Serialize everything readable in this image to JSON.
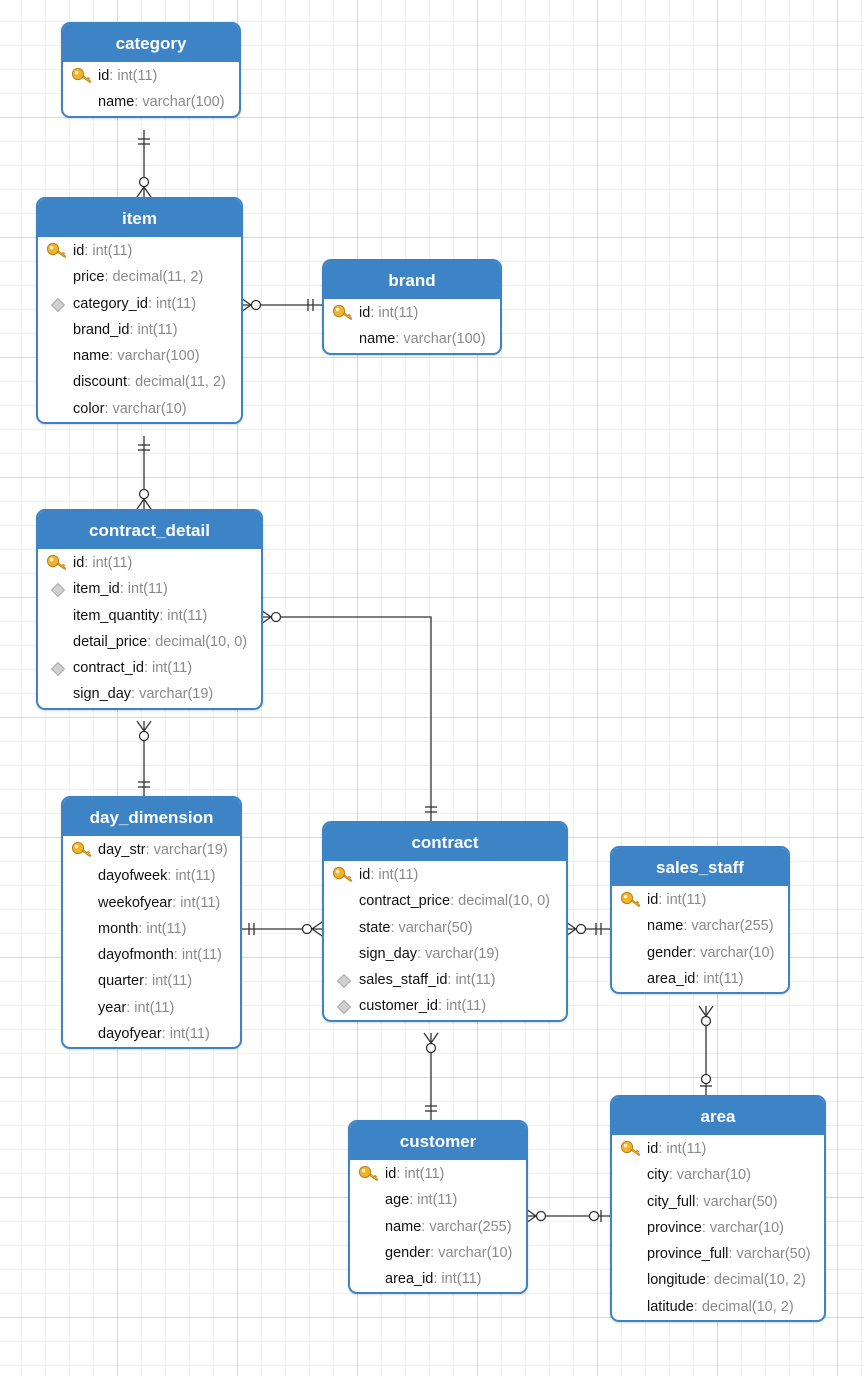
{
  "diagram": {
    "tables": [
      {
        "id": "category",
        "title": "category",
        "fields": [
          {
            "name": "id",
            "type": ": int(11)",
            "key": "primary-key-icon"
          },
          {
            "name": "name",
            "type": ": varchar(100)",
            "key": ""
          }
        ]
      },
      {
        "id": "item",
        "title": "item",
        "fields": [
          {
            "name": "id",
            "type": ": int(11)",
            "key": "primary-key-icon"
          },
          {
            "name": "price",
            "type": ": decimal(11, 2)",
            "key": ""
          },
          {
            "name": "category_id",
            "type": ": int(11)",
            "key": "foreign-key-icon"
          },
          {
            "name": "brand_id",
            "type": ": int(11)",
            "key": ""
          },
          {
            "name": "name",
            "type": ": varchar(100)",
            "key": ""
          },
          {
            "name": "discount",
            "type": ": decimal(11, 2)",
            "key": ""
          },
          {
            "name": "color",
            "type": ": varchar(10)",
            "key": ""
          }
        ]
      },
      {
        "id": "brand",
        "title": "brand",
        "fields": [
          {
            "name": "id",
            "type": ": int(11)",
            "key": "primary-key-icon"
          },
          {
            "name": "name",
            "type": ": varchar(100)",
            "key": ""
          }
        ]
      },
      {
        "id": "contract_detail",
        "title": "contract_detail",
        "fields": [
          {
            "name": "id",
            "type": ": int(11)",
            "key": "primary-key-icon"
          },
          {
            "name": "item_id",
            "type": ": int(11)",
            "key": "foreign-key-icon"
          },
          {
            "name": "item_quantity",
            "type": ": int(11)",
            "key": ""
          },
          {
            "name": "detail_price",
            "type": ": decimal(10, 0)",
            "key": ""
          },
          {
            "name": "contract_id",
            "type": ": int(11)",
            "key": "foreign-key-icon"
          },
          {
            "name": "sign_day",
            "type": ": varchar(19)",
            "key": ""
          }
        ]
      },
      {
        "id": "day_dimension",
        "title": "day_dimension",
        "fields": [
          {
            "name": "day_str",
            "type": ": varchar(19)",
            "key": "primary-key-icon"
          },
          {
            "name": "dayofweek",
            "type": ": int(11)",
            "key": ""
          },
          {
            "name": "weekofyear",
            "type": ": int(11)",
            "key": ""
          },
          {
            "name": "month",
            "type": ": int(11)",
            "key": ""
          },
          {
            "name": "dayofmonth",
            "type": ": int(11)",
            "key": ""
          },
          {
            "name": "quarter",
            "type": ": int(11)",
            "key": ""
          },
          {
            "name": "year",
            "type": ": int(11)",
            "key": ""
          },
          {
            "name": "dayofyear",
            "type": ": int(11)",
            "key": ""
          }
        ]
      },
      {
        "id": "contract",
        "title": "contract",
        "fields": [
          {
            "name": "id",
            "type": ": int(11)",
            "key": "primary-key-icon"
          },
          {
            "name": "contract_price",
            "type": ": decimal(10, 0)",
            "key": ""
          },
          {
            "name": "state",
            "type": ": varchar(50)",
            "key": ""
          },
          {
            "name": "sign_day",
            "type": ": varchar(19)",
            "key": ""
          },
          {
            "name": "sales_staff_id",
            "type": ": int(11)",
            "key": "foreign-key-icon"
          },
          {
            "name": "customer_id",
            "type": ": int(11)",
            "key": "foreign-key-icon"
          }
        ]
      },
      {
        "id": "sales_staff",
        "title": "sales_staff",
        "fields": [
          {
            "name": "id",
            "type": ": int(11)",
            "key": "primary-key-icon"
          },
          {
            "name": "name",
            "type": ": varchar(255)",
            "key": ""
          },
          {
            "name": "gender",
            "type": ": varchar(10)",
            "key": ""
          },
          {
            "name": "area_id",
            "type": ": int(11)",
            "key": ""
          }
        ]
      },
      {
        "id": "customer",
        "title": "customer",
        "fields": [
          {
            "name": "id",
            "type": ": int(11)",
            "key": "primary-key-icon"
          },
          {
            "name": "age",
            "type": ": int(11)",
            "key": ""
          },
          {
            "name": "name",
            "type": ": varchar(255)",
            "key": ""
          },
          {
            "name": "gender",
            "type": ": varchar(10)",
            "key": ""
          },
          {
            "name": "area_id",
            "type": ": int(11)",
            "key": ""
          }
        ]
      },
      {
        "id": "area",
        "title": "area",
        "fields": [
          {
            "name": "id",
            "type": ": int(11)",
            "key": "primary-key-icon"
          },
          {
            "name": "city",
            "type": ": varchar(10)",
            "key": ""
          },
          {
            "name": "city_full",
            "type": ": varchar(50)",
            "key": ""
          },
          {
            "name": "province",
            "type": ": varchar(10)",
            "key": ""
          },
          {
            "name": "province_full",
            "type": ": varchar(50)",
            "key": ""
          },
          {
            "name": "longitude",
            "type": ": decimal(10, 2)",
            "key": ""
          },
          {
            "name": "latitude",
            "type": ": decimal(10, 2)",
            "key": ""
          }
        ]
      }
    ],
    "relationships": [
      {
        "from": "category",
        "to": "item",
        "from_end": "one-and-only-one",
        "to_end": "zero-or-many"
      },
      {
        "from": "item",
        "to": "brand",
        "from_end": "zero-or-many",
        "to_end": "one-and-only-one"
      },
      {
        "from": "item",
        "to": "contract_detail",
        "from_end": "one-and-only-one",
        "to_end": "zero-or-many"
      },
      {
        "from": "contract_detail",
        "to": "contract",
        "from_end": "zero-or-many",
        "to_end": "one-and-only-one"
      },
      {
        "from": "contract_detail",
        "to": "day_dimension",
        "from_end": "zero-or-many",
        "to_end": "one-and-only-one"
      },
      {
        "from": "day_dimension",
        "to": "contract",
        "from_end": "one-and-only-one",
        "to_end": "zero-or-many"
      },
      {
        "from": "contract",
        "to": "sales_staff",
        "from_end": "zero-or-many",
        "to_end": "one-and-only-one"
      },
      {
        "from": "contract",
        "to": "customer",
        "from_end": "zero-or-many",
        "to_end": "one-and-only-one"
      },
      {
        "from": "sales_staff",
        "to": "area",
        "from_end": "zero-or-many",
        "to_end": "zero-or-one"
      },
      {
        "from": "customer",
        "to": "area",
        "from_end": "zero-or-many",
        "to_end": "zero-or-one"
      }
    ],
    "colors": {
      "header": "#3d84c6",
      "border": "#3d84c6",
      "line": "#333333",
      "type_text": "#8a8a8a",
      "key_icon": "#f2b32b"
    }
  }
}
